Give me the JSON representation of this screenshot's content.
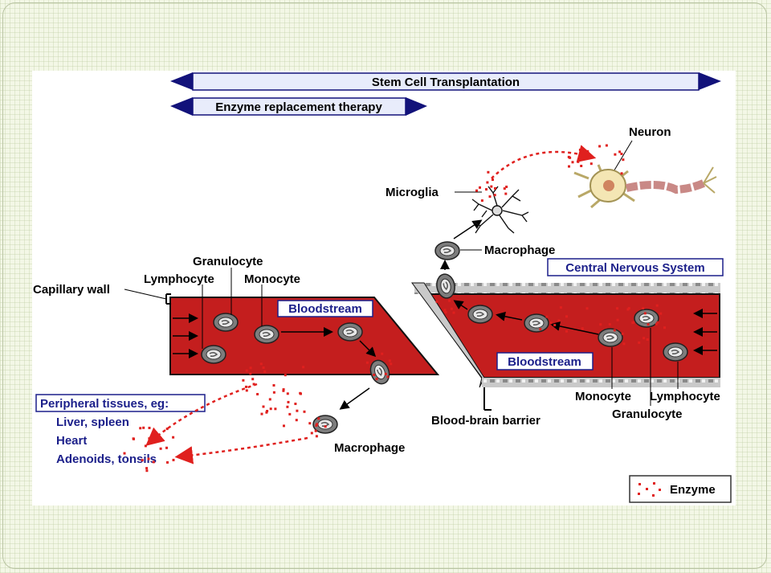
{
  "banners": {
    "stem_cell": "Stem Cell Transplantation",
    "enzyme_therapy": "Enzyme replacement therapy"
  },
  "left": {
    "capillary_wall": "Capillary wall",
    "granulocyte": "Granulocyte",
    "lymphocyte": "Lymphocyte",
    "monocyte": "Monocyte",
    "bloodstream": "Bloodstream",
    "macrophage": "Macrophage",
    "peripheral_title": "Peripheral tissues, eg:",
    "tissues": [
      "Liver, spleen",
      "Heart",
      "Adenoids, tonsils"
    ]
  },
  "right": {
    "neuron": "Neuron",
    "microglia": "Microglia",
    "macrophage": "Macrophage",
    "cns": "Central Nervous System",
    "bloodstream": "Bloodstream",
    "blood_brain_barrier": "Blood-brain barrier",
    "monocyte": "Monocyte",
    "lymphocyte": "Lymphocyte",
    "granulocyte": "Granulocyte"
  },
  "legend": {
    "enzyme": "Enzyme"
  },
  "colors": {
    "blood": "#c41e1e",
    "enzyme": "#e0201e",
    "banner_fill": "#e8ecfb",
    "banner_arrow": "#12127a",
    "label_blue": "#1b1f8a"
  }
}
